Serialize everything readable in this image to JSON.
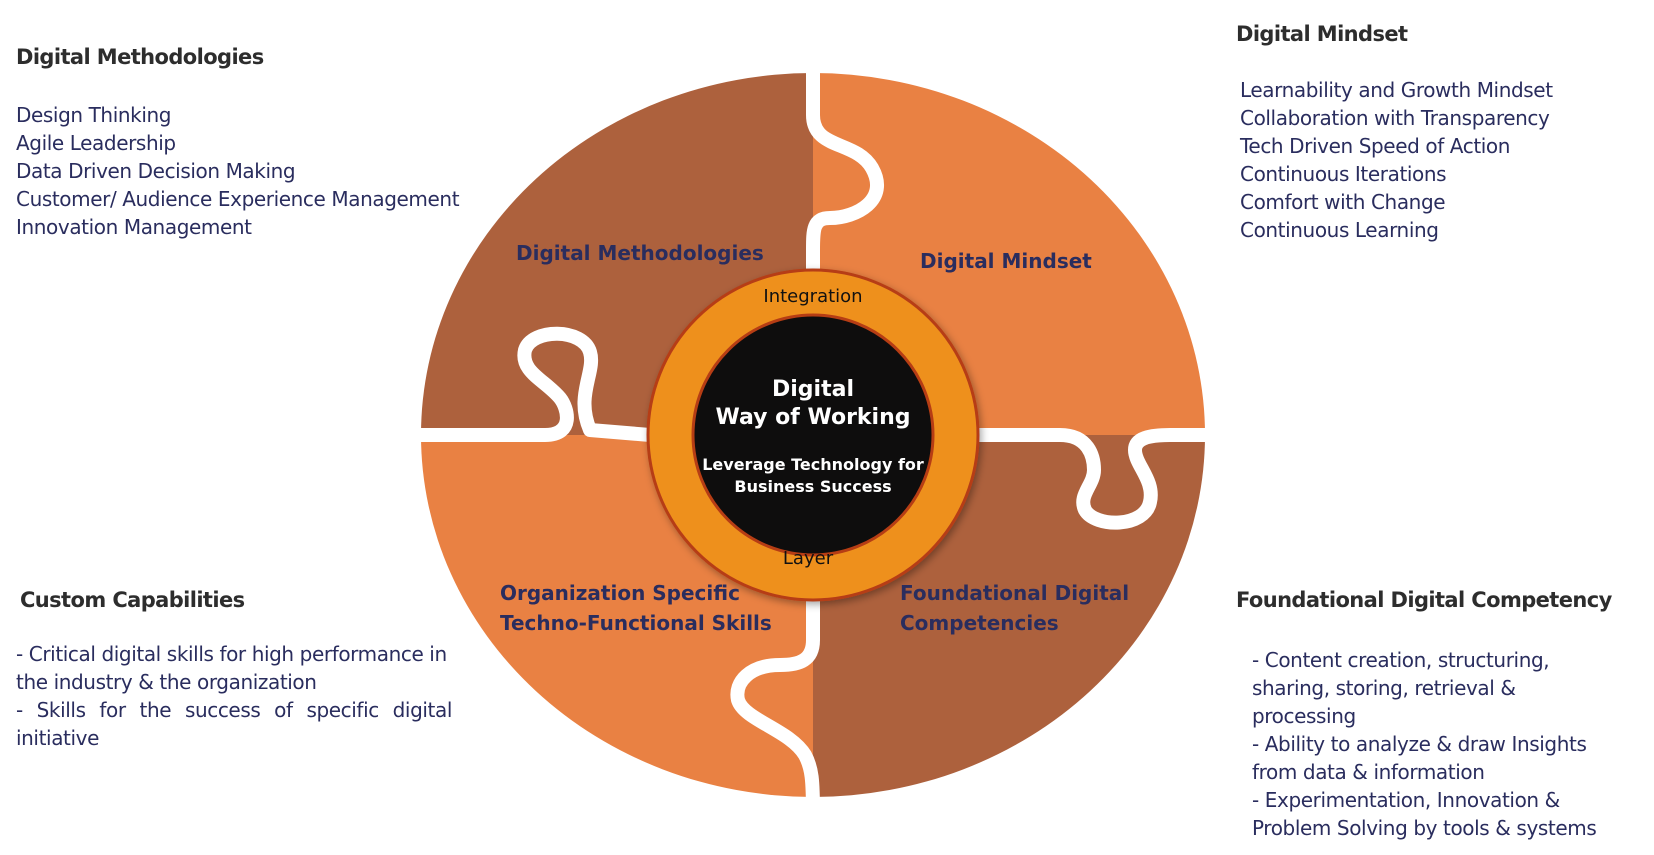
{
  "colors": {
    "dark_piece": "#ad613d",
    "light_piece": "#e98143",
    "ring": "#ee901f",
    "core": "#0e0d0d",
    "piece_label": "#2a2d5e",
    "text": "#2a2d5e",
    "heading": "#2d2d2d"
  },
  "top_left": {
    "heading": "Digital Methodologies",
    "items": [
      "Design Thinking",
      "Agile Leadership",
      "Data Driven Decision Making",
      "Customer/ Audience Experience Management",
      "Innovation Management"
    ]
  },
  "top_right": {
    "heading": "Digital Mindset",
    "items": [
      "Learnability and Growth Mindset",
      "Collaboration with Transparency",
      "Tech Driven Speed of Action",
      "Continuous Iterations",
      "Comfort with Change",
      "Continuous Learning"
    ]
  },
  "bottom_left": {
    "heading": "Custom Capabilities",
    "paragraphs": [
      "- Critical digital skills for high performance in the industry & the organization",
      "- Skills for the success of specific digital initiative"
    ]
  },
  "bottom_right": {
    "heading": "Foundational Digital Competency",
    "paragraphs": [
      "- Content creation, structuring, sharing, storing, retrieval & processing",
      "- Ability to analyze & draw Insights from data & information",
      "- Experimentation, Innovation & Problem Solving by tools & systems"
    ]
  },
  "pieces": {
    "top_left": "Digital Methodologies",
    "top_right": "Digital Mindset",
    "bottom_left_line1": "Organization Specific",
    "bottom_left_line2": "Techno-Functional Skills",
    "bottom_right_line1": "Foundational Digital",
    "bottom_right_line2": "Competencies"
  },
  "ring": {
    "top_label": "Integration",
    "bottom_label": "Layer"
  },
  "core": {
    "title_line1": "Digital",
    "title_line2": "Way of Working",
    "subtitle_line1": "Leverage Technology for",
    "subtitle_line2": "Business Success"
  }
}
